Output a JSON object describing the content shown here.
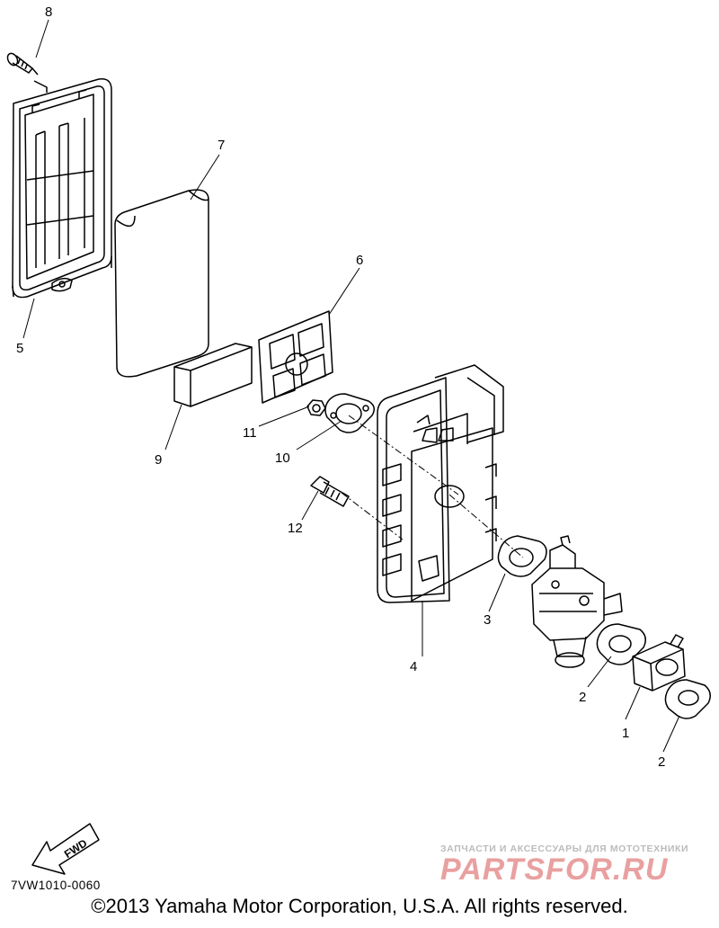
{
  "callouts": {
    "c1": "1",
    "c2a": "2",
    "c2b": "2",
    "c3": "3",
    "c4": "4",
    "c5": "5",
    "c6": "6",
    "c7": "7",
    "c8": "8",
    "c9": "9",
    "c10": "10",
    "c11": "11",
    "c12": "12"
  },
  "fwd_label": "FWD",
  "diagram_code": "7VW1010-0060",
  "copyright": "©2013 Yamaha Motor Corporation, U.S.A. All rights reserved.",
  "watermark": {
    "tagline": "ЗАПЧАСТИ И АКСЕССУАРЫ ДЛЯ МОТОТЕХНИКИ",
    "logo": "PARTSFOR.RU"
  }
}
